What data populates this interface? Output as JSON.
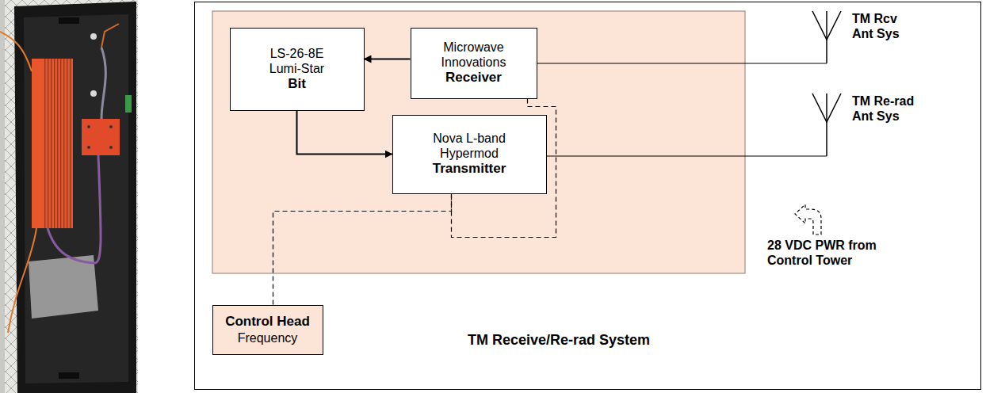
{
  "diagram": {
    "nodes": [
      {
        "text": [
          "TM Receive/Re-rad System"
        ]
      },
      {
        "text": [
          "LS-26-8E Lumi-Star",
          "Bit"
        ],
        "in": 0
      },
      {
        "text": [
          "Microwave Innovations",
          "Receiver"
        ],
        "in": 0
      },
      {
        "text": [
          "Nova L-band Hypermod",
          "Transmitter"
        ],
        "in": 0
      },
      {
        "text": [
          "Control Head",
          "Frequency"
        ],
        "in": 0
      }
    ],
    "edges": [
      {
        "from": 2,
        "to": 1,
        "arrow": "to"
      },
      {
        "from": 1,
        "to": 3,
        "arrow": "to"
      },
      {
        "from": 4,
        "to": 3,
        "arrow": "none"
      },
      {
        "from": 2,
        "to": 3,
        "arrow": "none"
      }
    ],
    "labels": [
      "TM Rcv Ant Sys",
      "TM Re-rad Ant Sys",
      "28 VDC PWR from Control Tower"
    ]
  }
}
